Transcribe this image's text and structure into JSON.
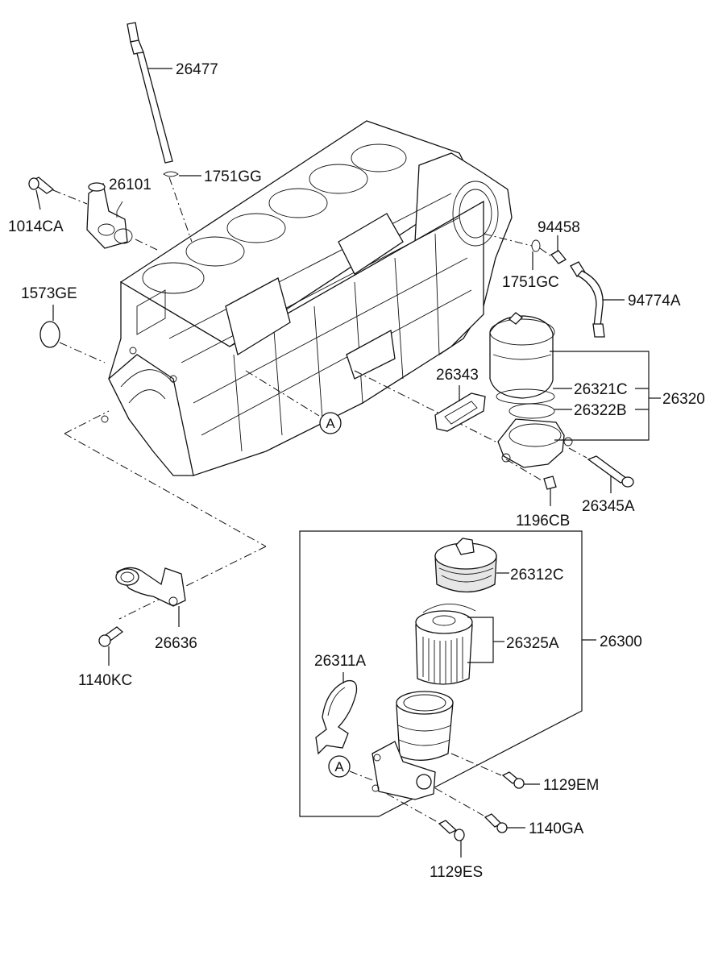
{
  "diagram": {
    "labels": {
      "p26477": "26477",
      "p1751GG": "1751GG",
      "p26101": "26101",
      "p1014CA": "1014CA",
      "p1573GE": "1573GE",
      "p94458": "94458",
      "p1751GC": "1751GC",
      "p94774A": "94774A",
      "p26343": "26343",
      "p26321C": "26321C",
      "p26322B": "26322B",
      "p26320": "26320",
      "p1196CB": "1196CB",
      "p26345A": "26345A",
      "p26312C": "26312C",
      "p26325A": "26325A",
      "p26300": "26300",
      "p26311A": "26311A",
      "p26636": "26636",
      "p1140KC": "1140KC",
      "p1129EM": "1129EM",
      "p1140GA": "1140GA",
      "p1129ES": "1129ES"
    },
    "refs": {
      "refA1": "A",
      "refA2": "A"
    }
  }
}
